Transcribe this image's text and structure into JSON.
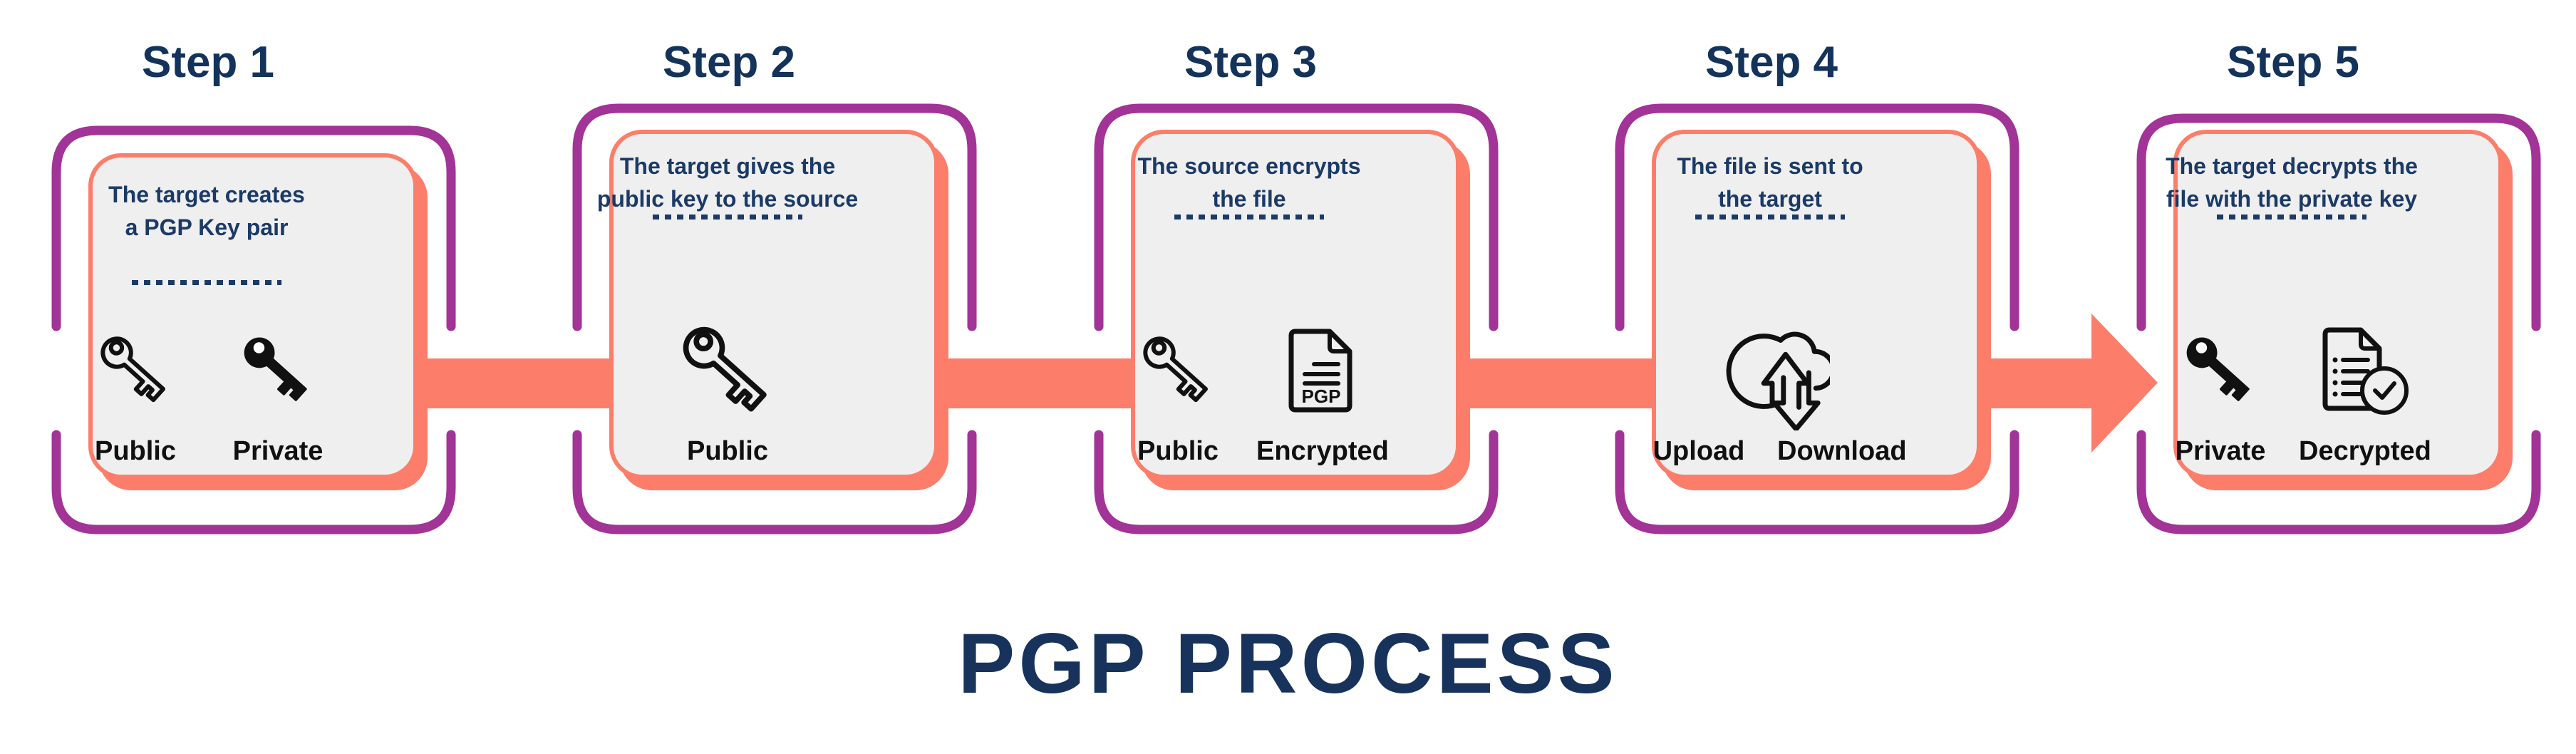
{
  "title": "PGP PROCESS",
  "colors": {
    "bracket_purple": "#a23397",
    "connector_salmon": "#fc7e6a",
    "heading_navy": "#14335b",
    "body_navy": "#1b3a66",
    "card_grey": "#efefef",
    "icon_black": "#111111"
  },
  "steps": [
    {
      "heading": "Step 1",
      "lines": [
        "The target creates",
        "a PGP Key pair"
      ],
      "icons": [
        "key-outline",
        "key-filled"
      ],
      "labels": [
        "Public",
        "Private"
      ]
    },
    {
      "heading": "Step 2",
      "lines": [
        "The target gives the",
        "public key to the source"
      ],
      "icons": [
        "key-outline"
      ],
      "labels": [
        "Public"
      ]
    },
    {
      "heading": "Step 3",
      "lines": [
        "The source encrypts",
        "the file"
      ],
      "icons": [
        "key-outline",
        "pgp-document"
      ],
      "labels": [
        "Public",
        "Encrypted"
      ]
    },
    {
      "heading": "Step 4",
      "lines": [
        "The file is sent to",
        "the target"
      ],
      "icons": [
        "cloud-upload-download"
      ],
      "labels": [
        "Upload",
        "Download"
      ]
    },
    {
      "heading": "Step 5",
      "lines": [
        "The target decrypts the",
        "file with the private key"
      ],
      "icons": [
        "key-filled",
        "document-check"
      ],
      "labels": [
        "Private",
        "Decrypted"
      ]
    }
  ],
  "pgp_document_badge": "PGP"
}
